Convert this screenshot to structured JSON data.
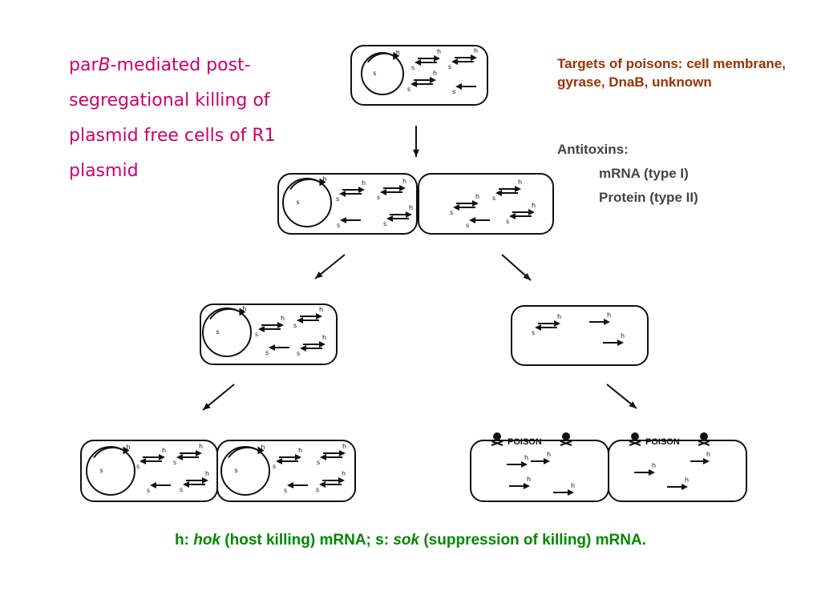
{
  "title": {
    "prefix": "par",
    "italic": "B",
    "rest": "-mediated post-segregational killing of plasmid free cells of R1 plasmid"
  },
  "targets": "Targets of poisons: cell membrane, gyrase, DnaB, unknown",
  "antitoxins": {
    "heading": "Antitoxins:",
    "items": [
      "mRNA (type I)",
      "Protein (type II)"
    ]
  },
  "diagram": {
    "h_label": "h",
    "s_label": "s",
    "poison_label": "POISON"
  },
  "caption": {
    "h_prefix": "h: ",
    "hok": "hok",
    "hok_desc": " (host killing) mRNA; s: ",
    "sok": "sok",
    "sok_desc": " (suppression of killing) mRNA."
  },
  "colors": {
    "title": "#cc0066",
    "targets": "#993300",
    "antitoxins": "#444444",
    "caption": "#008800"
  }
}
